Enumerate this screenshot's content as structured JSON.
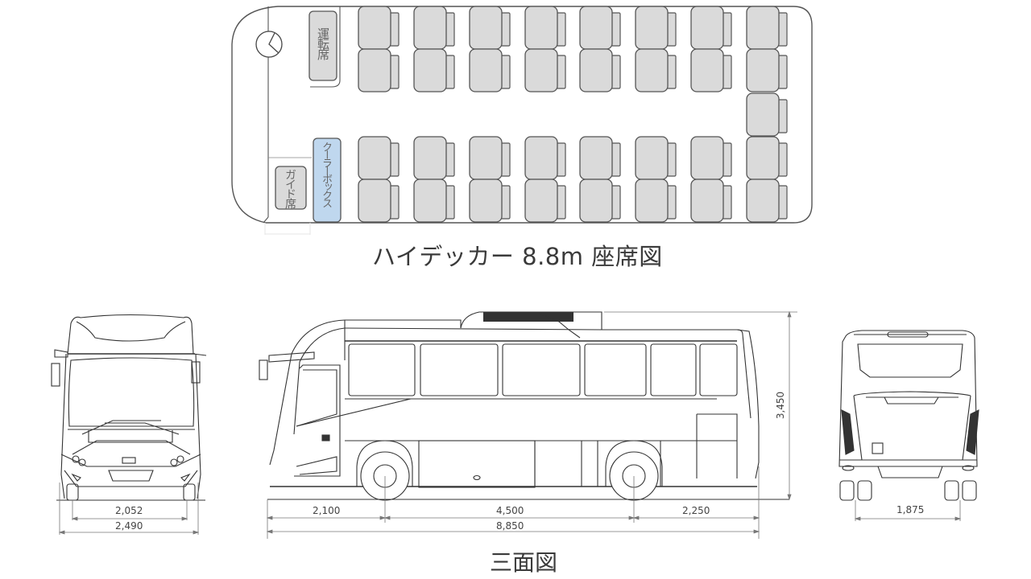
{
  "seat_map": {
    "title": "ハイデッカー 8.8m 座席図",
    "driver_seat_label": "運転席",
    "guide_seat_label": "ガイド席",
    "cooler_box_label": "クーラーボックス",
    "seat_color": "#dadada",
    "cooler_box_color": "#bfd7ee",
    "columns": 8,
    "upper_rows": 2,
    "lower_rows": 2,
    "rear_center_seat": true,
    "total_seats": 33
  },
  "three_view": {
    "title": "三面図",
    "front_view": {
      "dims": [
        {
          "label": "2,052",
          "name": "front-track-width"
        },
        {
          "label": "2,490",
          "name": "overall-width"
        }
      ]
    },
    "side_view": {
      "dims": [
        {
          "label": "2,100",
          "name": "front-overhang"
        },
        {
          "label": "4,500",
          "name": "wheelbase"
        },
        {
          "label": "2,250",
          "name": "rear-overhang"
        },
        {
          "label": "8,850",
          "name": "overall-length"
        },
        {
          "label": "3,450",
          "name": "overall-height"
        }
      ]
    },
    "rear_view": {
      "dims": [
        {
          "label": "1,875",
          "name": "rear-track-width"
        }
      ]
    }
  }
}
